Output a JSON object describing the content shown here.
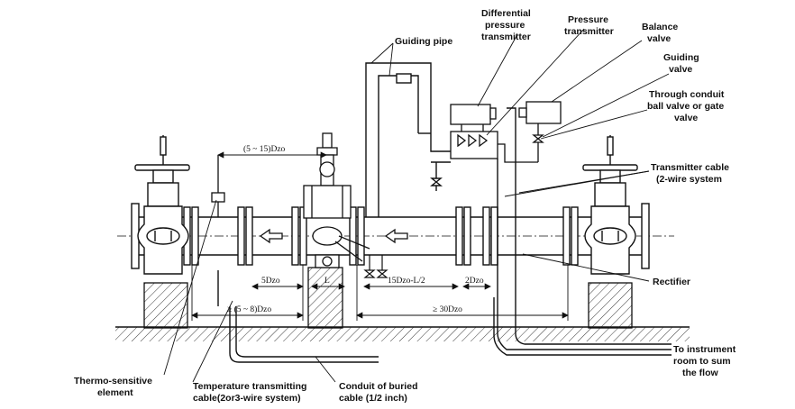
{
  "labels": {
    "guiding_pipe": "Guiding pipe",
    "dp_transmitter": [
      "Differential",
      "pressure",
      "transmitter"
    ],
    "pressure_transmitter": [
      "Pressure",
      "transmitter"
    ],
    "balance_valve": [
      "Balance",
      "valve"
    ],
    "guiding_valve": [
      "Guiding",
      "valve"
    ],
    "through_conduit": [
      "Through conduit",
      "ball valve or gate",
      "valve"
    ],
    "transmitter_cable": [
      "Transmitter cable",
      "(2-wire system"
    ],
    "rectifier": "Rectifier",
    "to_instrument": [
      "To instrument",
      "room to sum",
      "the flow"
    ],
    "thermo_element": [
      "Thermo-sensitive",
      "element"
    ],
    "temp_cable": [
      "Temperature transmitting",
      "cable(2or3-wire system)"
    ],
    "conduit": [
      "Conduit of buried",
      "cable (1/2 inch)"
    ]
  },
  "dimensions": {
    "d1": "(5 ~ 15)Dzo",
    "d2": "5Dzo",
    "d3": "≥ (5 ~ 8)Dzo",
    "d4": "15Dzo-L/2",
    "d5": "2Dzo",
    "d6": "≥ 30Dzo",
    "d7": "L"
  }
}
